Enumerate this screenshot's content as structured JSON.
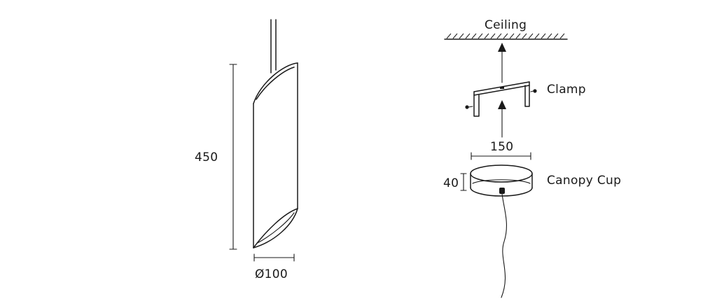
{
  "labels": {
    "height_dim": "450",
    "diameter_dim": "Ø100",
    "ceiling": "Ceiling",
    "clamp": "Clamp",
    "canopy_width_dim": "150",
    "canopy_height_dim": "40",
    "canopy_cup": "Canopy Cup"
  },
  "colors": {
    "line": "#1a1a1a",
    "background": "#ffffff"
  }
}
